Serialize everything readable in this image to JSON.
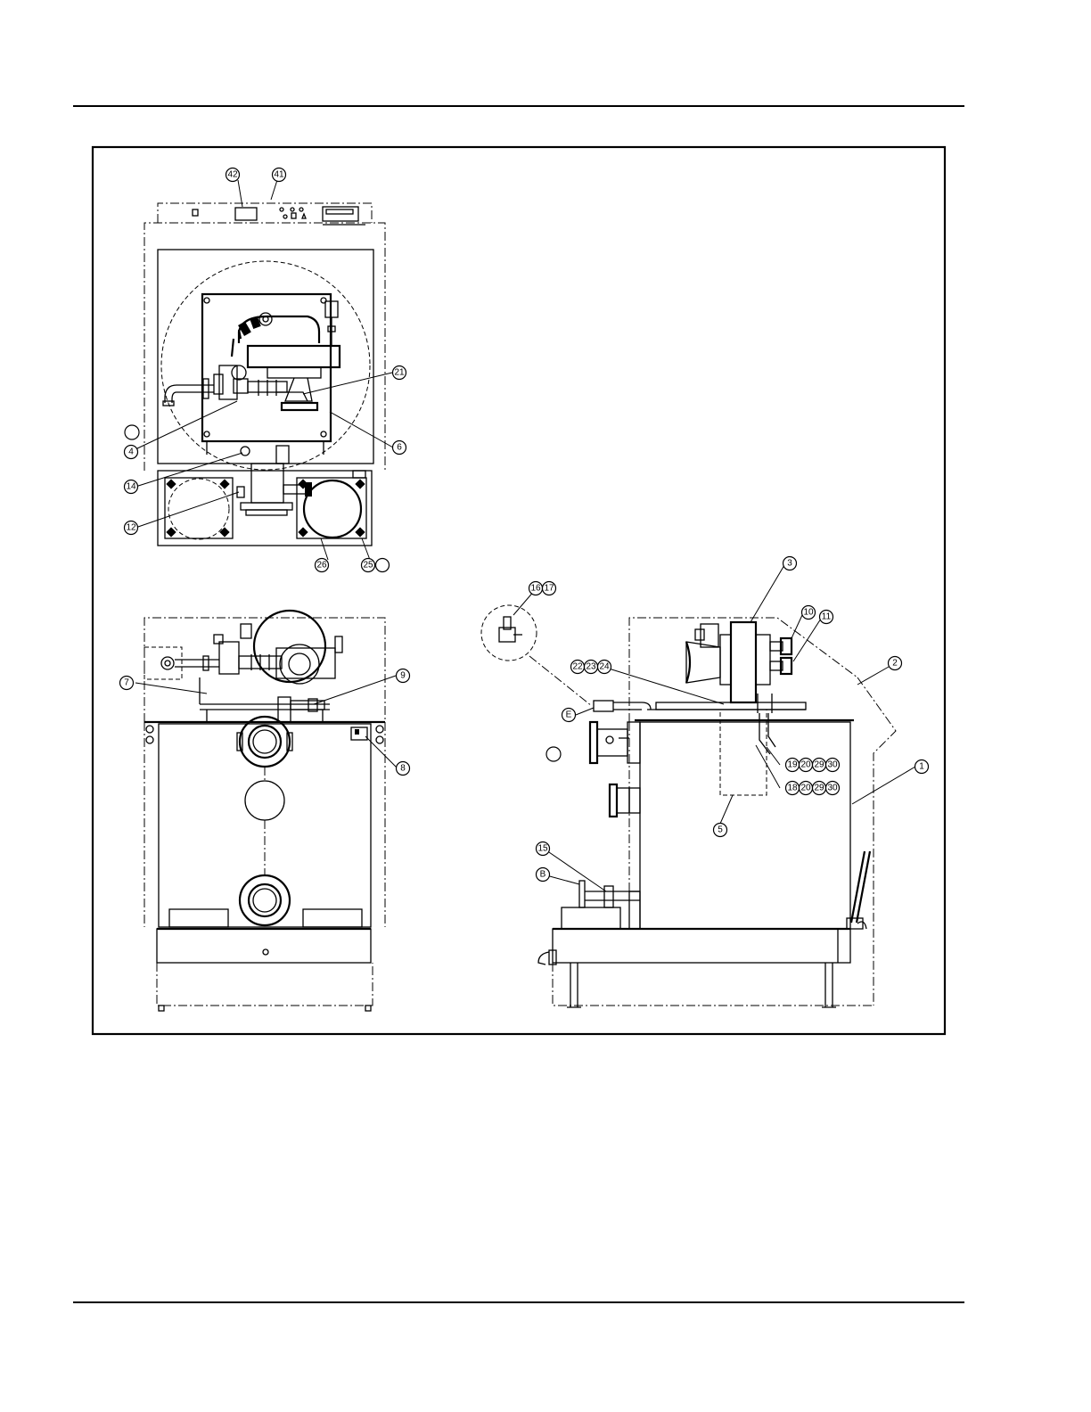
{
  "callouts": {
    "c42": "42",
    "c41": "41",
    "c21": "21",
    "c4": "4",
    "c6": "6",
    "c14": "14",
    "c12": "12",
    "c26": "26",
    "c25": "25",
    "c7": "7",
    "c9": "9",
    "c8": "8",
    "c3": "3",
    "c1617a": "16",
    "c1617b": "17",
    "c10": "10",
    "c11": "11",
    "c2": "2",
    "c22": "22",
    "c23": "23",
    "c24": "24",
    "cE": "E",
    "c19a": "19",
    "c20a": "20",
    "c29a": "29",
    "c30a": "30",
    "c18b": "18",
    "c20b": "20",
    "c29b": "29",
    "c30b": "30",
    "c1": "1",
    "c5": "5",
    "c15": "15",
    "cB": "B"
  },
  "colors": {
    "line": "#000000",
    "background": "#ffffff"
  }
}
